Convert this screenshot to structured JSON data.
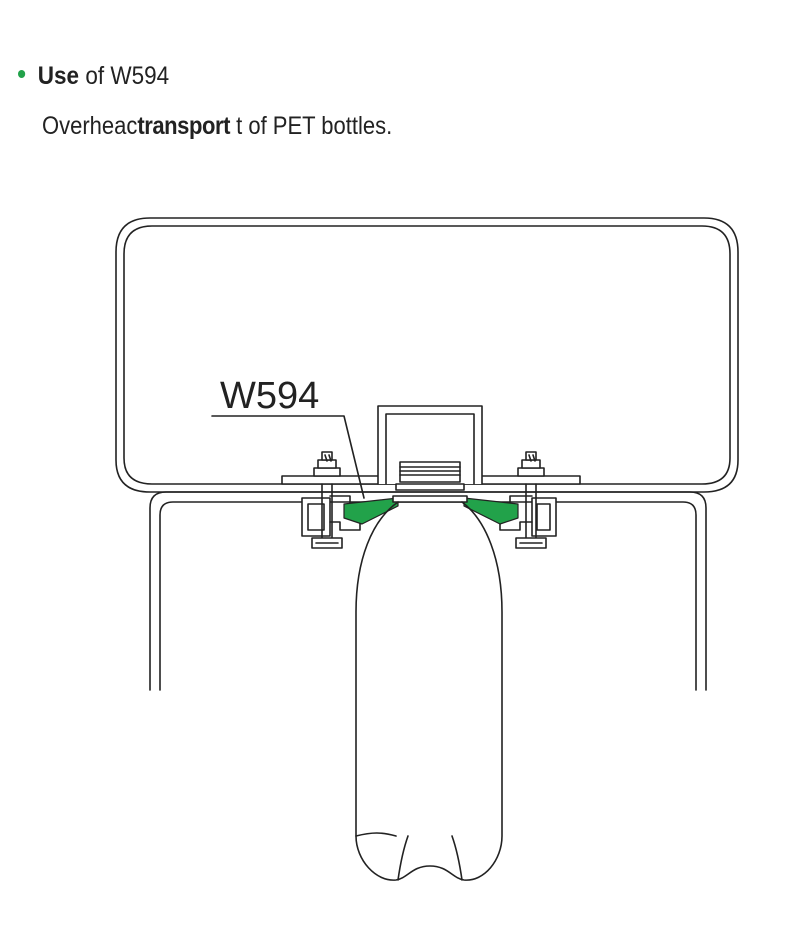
{
  "heading": {
    "word_bold": "Use",
    "word_rest": "of",
    "product": "W594"
  },
  "description": {
    "part1": "Overheac",
    "part2_bold": "transport",
    "part3": "t of PET bottles."
  },
  "diagram": {
    "part_label": "W594",
    "colors": {
      "line": "#222222",
      "guide_green": "#22a24a",
      "bullet": "#22a24a"
    }
  }
}
